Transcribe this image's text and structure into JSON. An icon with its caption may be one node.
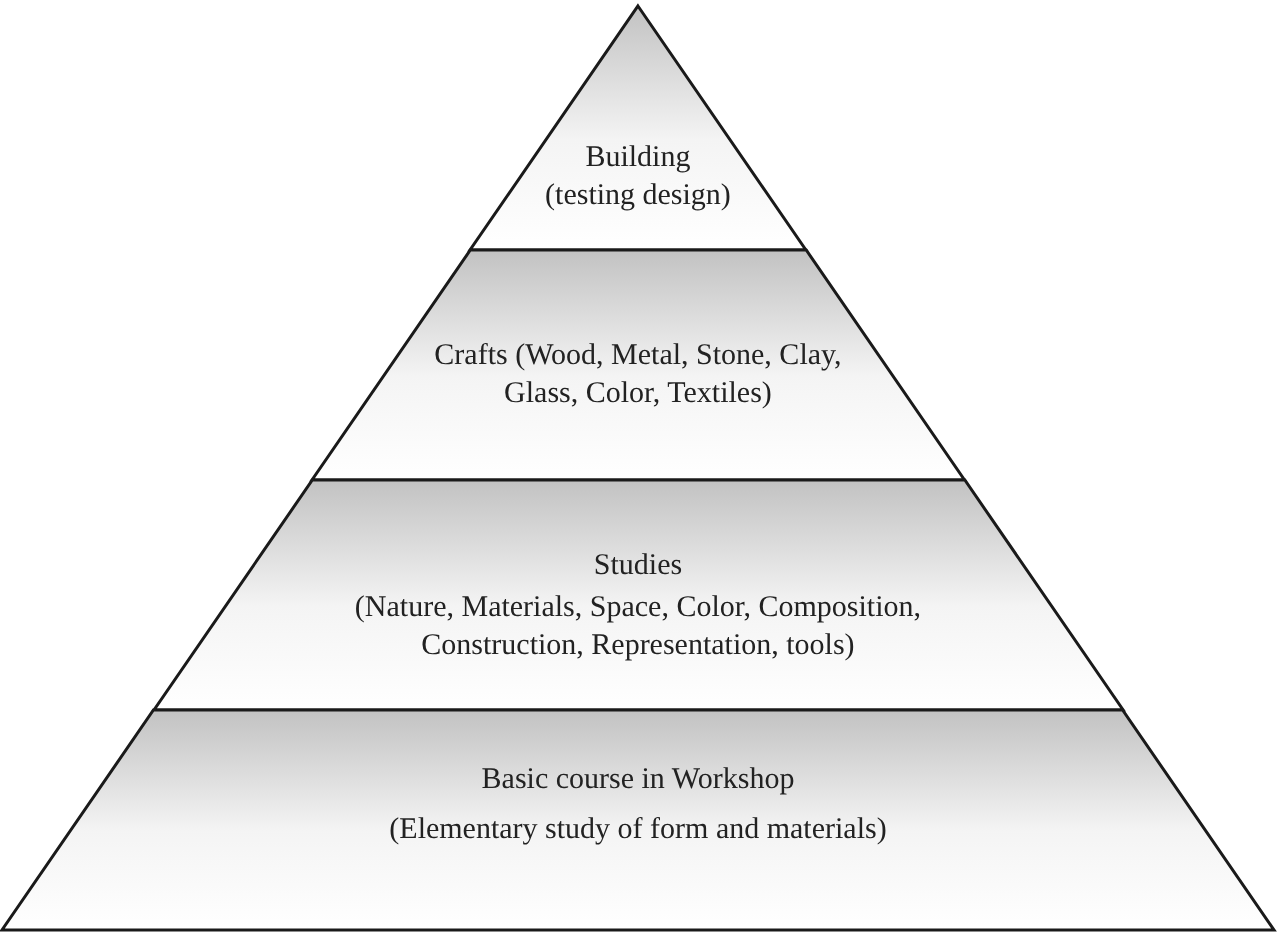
{
  "diagram": {
    "nodes": [
      {
        "text": [
          "Building",
          "(testing design)"
        ]
      },
      {
        "text": [
          "Crafts (Wood, Metal, Stone, Clay, Glass, Color, Textiles)"
        ]
      },
      {
        "text": [
          "Studies",
          "(Nature, Materials, Space, Color, Composition, Construction, Representation, tools)"
        ]
      },
      {
        "text": [
          "Basic course in Workshop",
          "(Elementary study of form and materials)"
        ]
      }
    ]
  }
}
